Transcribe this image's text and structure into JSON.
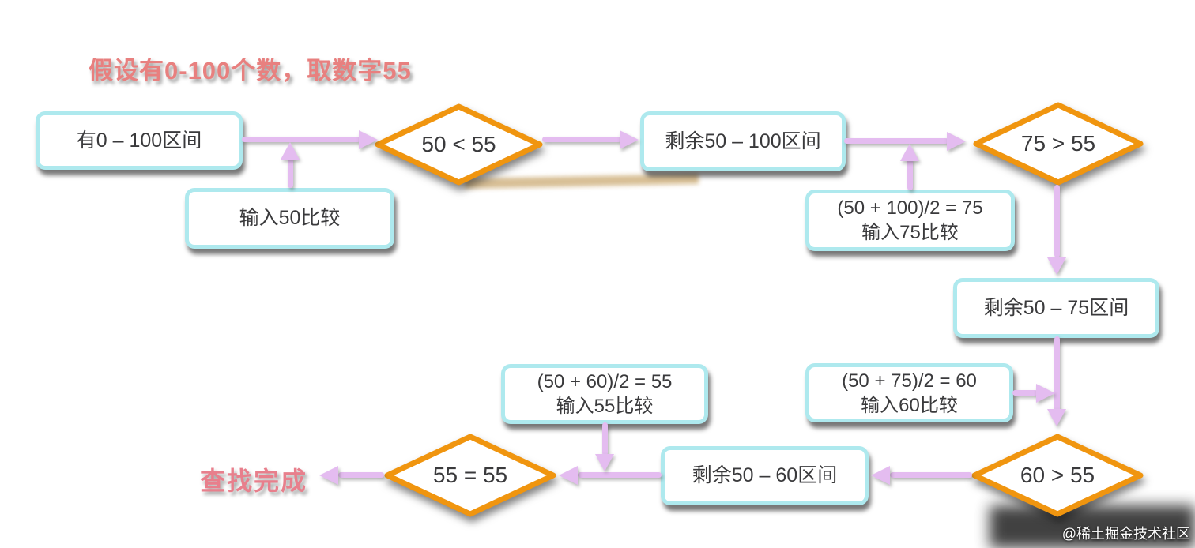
{
  "title": {
    "text": "假设有0-100个数，取数字55"
  },
  "done_label": {
    "text": "查找完成"
  },
  "watermark": {
    "text": "@稀土掘金技术社区"
  },
  "colors": {
    "box_border": "#aee9ee",
    "diamond_border": "#f0950f",
    "arrow": "#e4bcf0",
    "text": "#3a3a3c",
    "title": "#e8807f",
    "done": "#e87f8c"
  },
  "nodes": {
    "start": {
      "label": "有0 – 100区间"
    },
    "cmp50": {
      "label": "50 < 55"
    },
    "remain50_100": {
      "label": "剩余50 – 100区间"
    },
    "cmp75": {
      "label": "75 > 55"
    },
    "input50": {
      "label": "输入50比较"
    },
    "calc75": {
      "line1": "(50 + 100)/2 = 75",
      "line2": "输入75比较"
    },
    "remain50_75": {
      "label": "剩余50 – 75区间"
    },
    "calc55": {
      "line1": "(50 + 60)/2 = 55",
      "line2": "输入55比较"
    },
    "calc60": {
      "line1": "(50 + 75)/2 = 60",
      "line2": "输入60比较"
    },
    "cmp60": {
      "label": "60 > 55"
    },
    "remain50_60": {
      "label": "剩余50 – 60区间"
    },
    "cmp55eq": {
      "label": "55 = 55"
    }
  }
}
